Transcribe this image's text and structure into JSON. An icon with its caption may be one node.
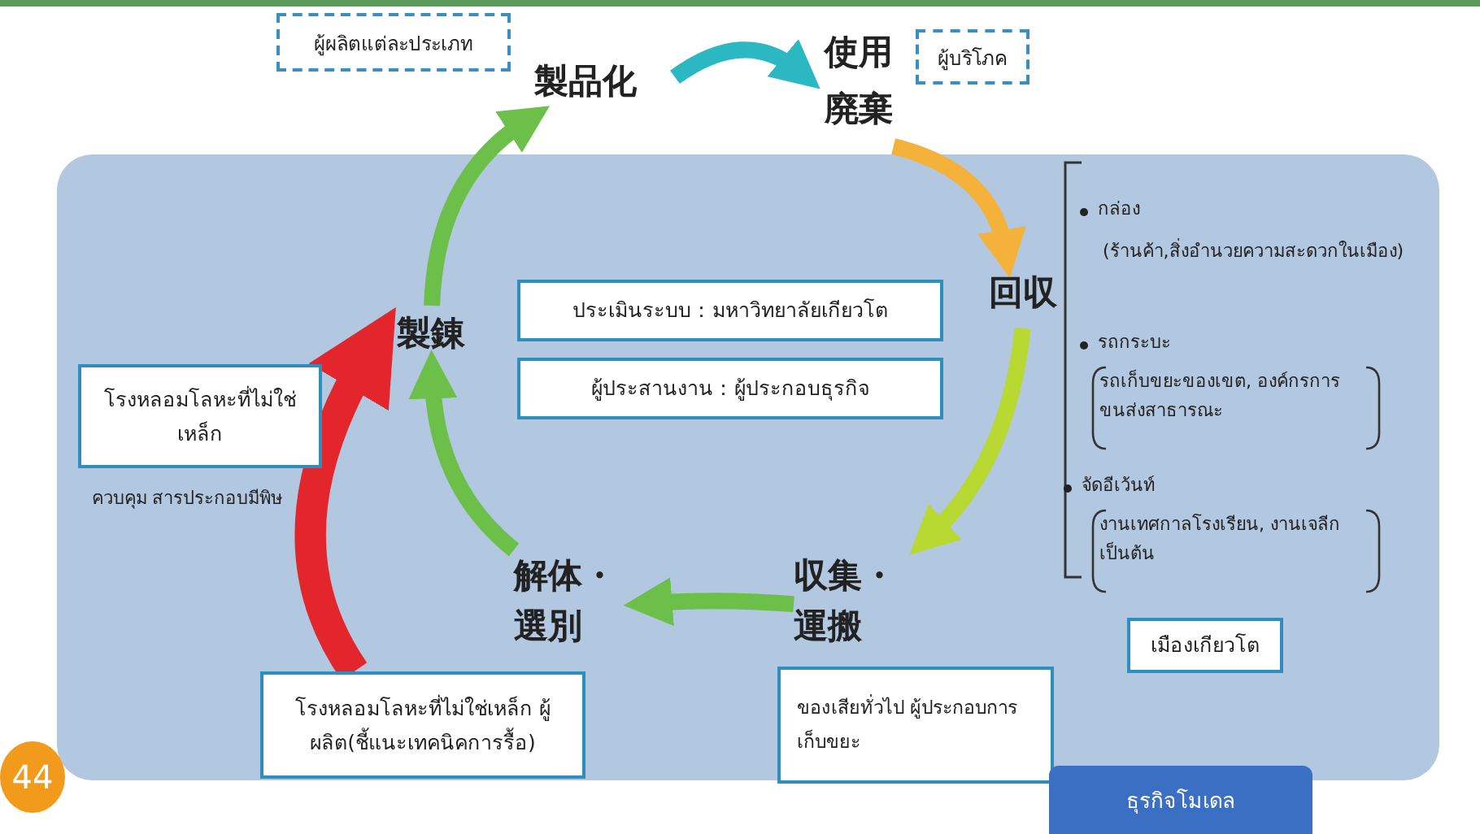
{
  "diagram": {
    "nodes": [
      {
        "text": [
          "製品化"
        ]
      },
      {
        "text": [
          "使用",
          "廃棄"
        ]
      },
      {
        "text": [
          "回収"
        ]
      },
      {
        "text": [
          "収集・運搬"
        ]
      },
      {
        "text": [
          "解体・選別"
        ]
      },
      {
        "text": [
          "製錬"
        ]
      },
      {
        "text": [
          "ผู้ผลิตแต่ละประเภท"
        ]
      },
      {
        "text": [
          "ผู้บริโภค"
        ]
      },
      {
        "text": [
          "ประเมินระบบ：มหาวิทยาลัยเกียวโต"
        ]
      },
      {
        "text": [
          "ผู้ประสานงาน：ผู้ประกอบธุรกิจ"
        ]
      },
      {
        "text": [
          "โรงหลอมโลหะที่ไม่ใช่เหล็ก"
        ]
      },
      {
        "text": [
          "โรงหลอมโลหะที่ไม่ใช่เหล็ก ผู้ผลิต(ชี้แนะเทคนิคการรื้อ)"
        ]
      },
      {
        "text": [
          "ของเสียทั่วไป ผู้ประกอบการเก็บขยะ"
        ]
      },
      {
        "text": [
          "เมืองเกียวโต"
        ]
      },
      {
        "text": [
          "ธุรกิจโมเดล"
        ]
      }
    ],
    "edges": [
      {
        "from": 0,
        "to": 1,
        "arrow": "to",
        "color": "#2cb8c2"
      },
      {
        "from": 1,
        "to": 2,
        "arrow": "to",
        "color": "#f4b23a"
      },
      {
        "from": 2,
        "to": 3,
        "arrow": "to",
        "color": "#b8d832"
      },
      {
        "from": 3,
        "to": 4,
        "arrow": "to"
      },
      {
        "from": 4,
        "to": 5,
        "arrow": "to"
      },
      {
        "from": 5,
        "to": 0,
        "arrow": "to"
      },
      {
        "from": 11,
        "to": 5,
        "arrow": "to",
        "color": "#e3262b",
        "style": "thick"
      }
    ],
    "labels": [
      "กล่อง",
      "(ร้านค้า,สิ่งอำนวยความสะดวกในเมือง)",
      "รถกระบะ",
      "รถเก็บขยะของเขต, องค์กรการขนส่งสาธารณะ",
      "จัดอีเว้นท์",
      "งานเทศกาลโรงเรียน, งานเจลีก เป็นต้น",
      "ควบคุม สารประกอบมีพิษ",
      "44"
    ]
  }
}
